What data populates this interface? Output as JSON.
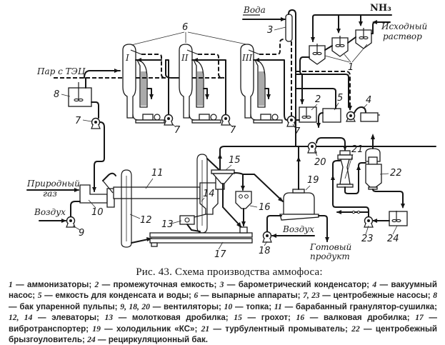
{
  "figure": {
    "title": "Рис. 43. Схема производства аммофоса:",
    "stream_labels": {
      "steam": "Пар с ТЭЦ",
      "water": "Вода",
      "ammonia": "NH₃",
      "feed_line1": "Исходный",
      "feed_line2": "раствор",
      "natural_gas_line1": "Природный",
      "natural_gas_line2": "газ",
      "air_left": "Воздух",
      "air_right": "Воздух",
      "product_line1": "Готовый",
      "product_line2": "продукт"
    },
    "evaporator_stages": [
      "I",
      "II",
      "III"
    ],
    "callouts": {
      "n1": "1",
      "n2": "2",
      "n3": "3",
      "n4": "4",
      "n5": "5",
      "n6": "6",
      "n7": "7",
      "n8": "8",
      "n9": "9",
      "n10": "10",
      "n11": "11",
      "n12": "12",
      "n13": "13",
      "n14": "14",
      "n15": "15",
      "n16": "16",
      "n17": "17",
      "n18": "18",
      "n19": "19",
      "n20": "20",
      "n21": "21",
      "n22": "22",
      "n23": "23",
      "n24": "24"
    },
    "legend": [
      {
        "num": "1",
        "text": "аммонизаторы"
      },
      {
        "num": "2",
        "text": "промежуточная емкость"
      },
      {
        "num": "3",
        "text": "барометрический конденсатор"
      },
      {
        "num": "4",
        "text": "вакуумный насос"
      },
      {
        "num": "5",
        "text": "емкость для конденсата и воды"
      },
      {
        "num": "6",
        "text": "выпарные аппараты"
      },
      {
        "num": "7, 23",
        "text": "центробежные насосы"
      },
      {
        "num": "8",
        "text": "бак упаренной пульпы"
      },
      {
        "num": "9, 18, 20",
        "text": "вентиляторы"
      },
      {
        "num": "10",
        "text": "топка"
      },
      {
        "num": "11",
        "text": "барабанный гранулятор-сушилка"
      },
      {
        "num": "12, 14",
        "text": "элеваторы"
      },
      {
        "num": "13",
        "text": "молотковая дробилка"
      },
      {
        "num": "15",
        "text": "грохот"
      },
      {
        "num": "16",
        "text": "валковая дробилка"
      },
      {
        "num": "17",
        "text": "вибротранспортер"
      },
      {
        "num": "19",
        "text": "холодильник «КС»"
      },
      {
        "num": "21",
        "text": "турбулентный промыватель"
      },
      {
        "num": "22",
        "text": "центробежный брызгоуловитель"
      },
      {
        "num": "24",
        "text": "рециркуляционный бак"
      }
    ]
  }
}
